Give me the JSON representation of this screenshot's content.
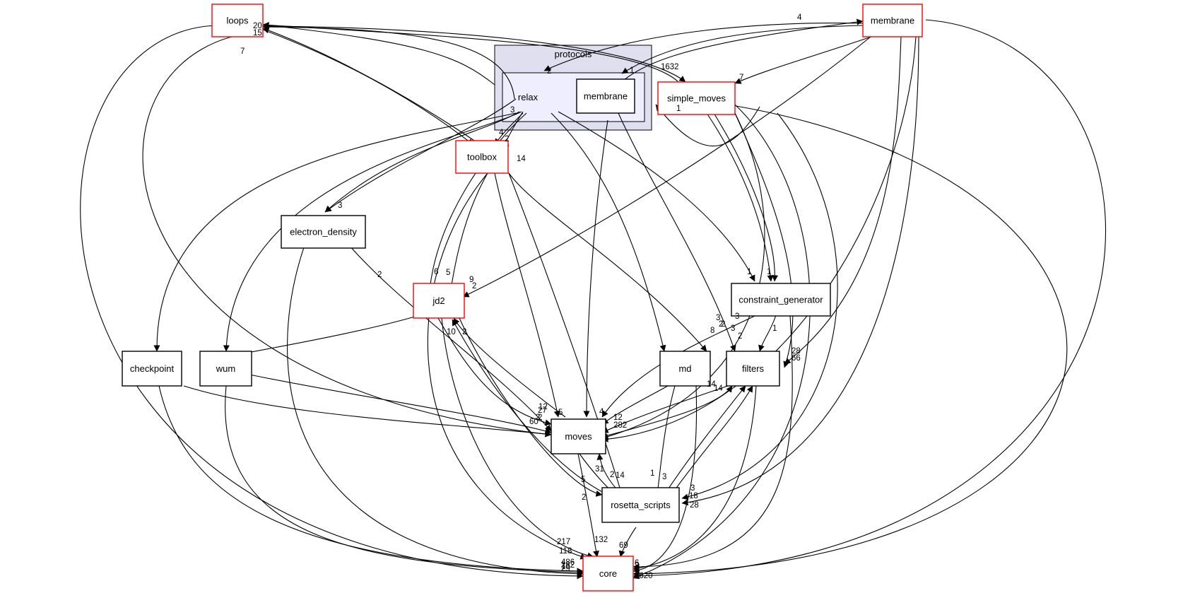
{
  "graph": {
    "cluster": {
      "label": "protocols"
    },
    "colors": {
      "cluster_fill": "#dfdfef",
      "cluster_border": "#000000",
      "inner_fill": "#eeeeff",
      "truncated_border": "#ff0000",
      "plain_border": "#000000",
      "node_fill": "#ffffff",
      "edge": "#000000"
    },
    "nodes": [
      {
        "id": "loops",
        "label": "loops",
        "style": "truncated"
      },
      {
        "id": "membrane_top",
        "label": "membrane",
        "style": "truncated"
      },
      {
        "id": "relax",
        "label": "relax",
        "style": "inner"
      },
      {
        "id": "membrane_inner",
        "label": "membrane",
        "style": "plain"
      },
      {
        "id": "simple_moves",
        "label": "simple_moves",
        "style": "truncated"
      },
      {
        "id": "toolbox",
        "label": "toolbox",
        "style": "truncated"
      },
      {
        "id": "electron_density",
        "label": "electron_density",
        "style": "plain"
      },
      {
        "id": "jd2",
        "label": "jd2",
        "style": "truncated"
      },
      {
        "id": "constraint_generator",
        "label": "constraint_generator",
        "style": "plain"
      },
      {
        "id": "checkpoint",
        "label": "checkpoint",
        "style": "plain"
      },
      {
        "id": "wum",
        "label": "wum",
        "style": "plain"
      },
      {
        "id": "md",
        "label": "md",
        "style": "plain"
      },
      {
        "id": "filters",
        "label": "filters",
        "style": "plain"
      },
      {
        "id": "moves",
        "label": "moves",
        "style": "plain"
      },
      {
        "id": "rosetta_scripts",
        "label": "rosetta_scripts",
        "style": "plain"
      },
      {
        "id": "core",
        "label": "core",
        "style": "truncated"
      }
    ],
    "edge_labels": [
      "20",
      "15",
      "7",
      "1632",
      "4",
      "2",
      "1",
      "7",
      "1",
      "3",
      "14",
      "4",
      "2",
      "3",
      "6",
      "5",
      "9",
      "2",
      "2",
      "1",
      "1",
      "3",
      "2",
      "3",
      "2",
      "8",
      "2",
      "3",
      "1",
      "28",
      "66",
      "10",
      "2",
      "12",
      "5",
      "4",
      "14",
      "27",
      "2",
      "60",
      "2",
      "12",
      "282",
      "14",
      "31",
      "2",
      "5",
      "14",
      "1",
      "3",
      "3",
      "18",
      "28",
      "2",
      "69",
      "132",
      "217",
      "118",
      "486",
      "232",
      "16",
      "29",
      "6",
      "2",
      "1",
      "5",
      "2",
      "2620"
    ]
  }
}
